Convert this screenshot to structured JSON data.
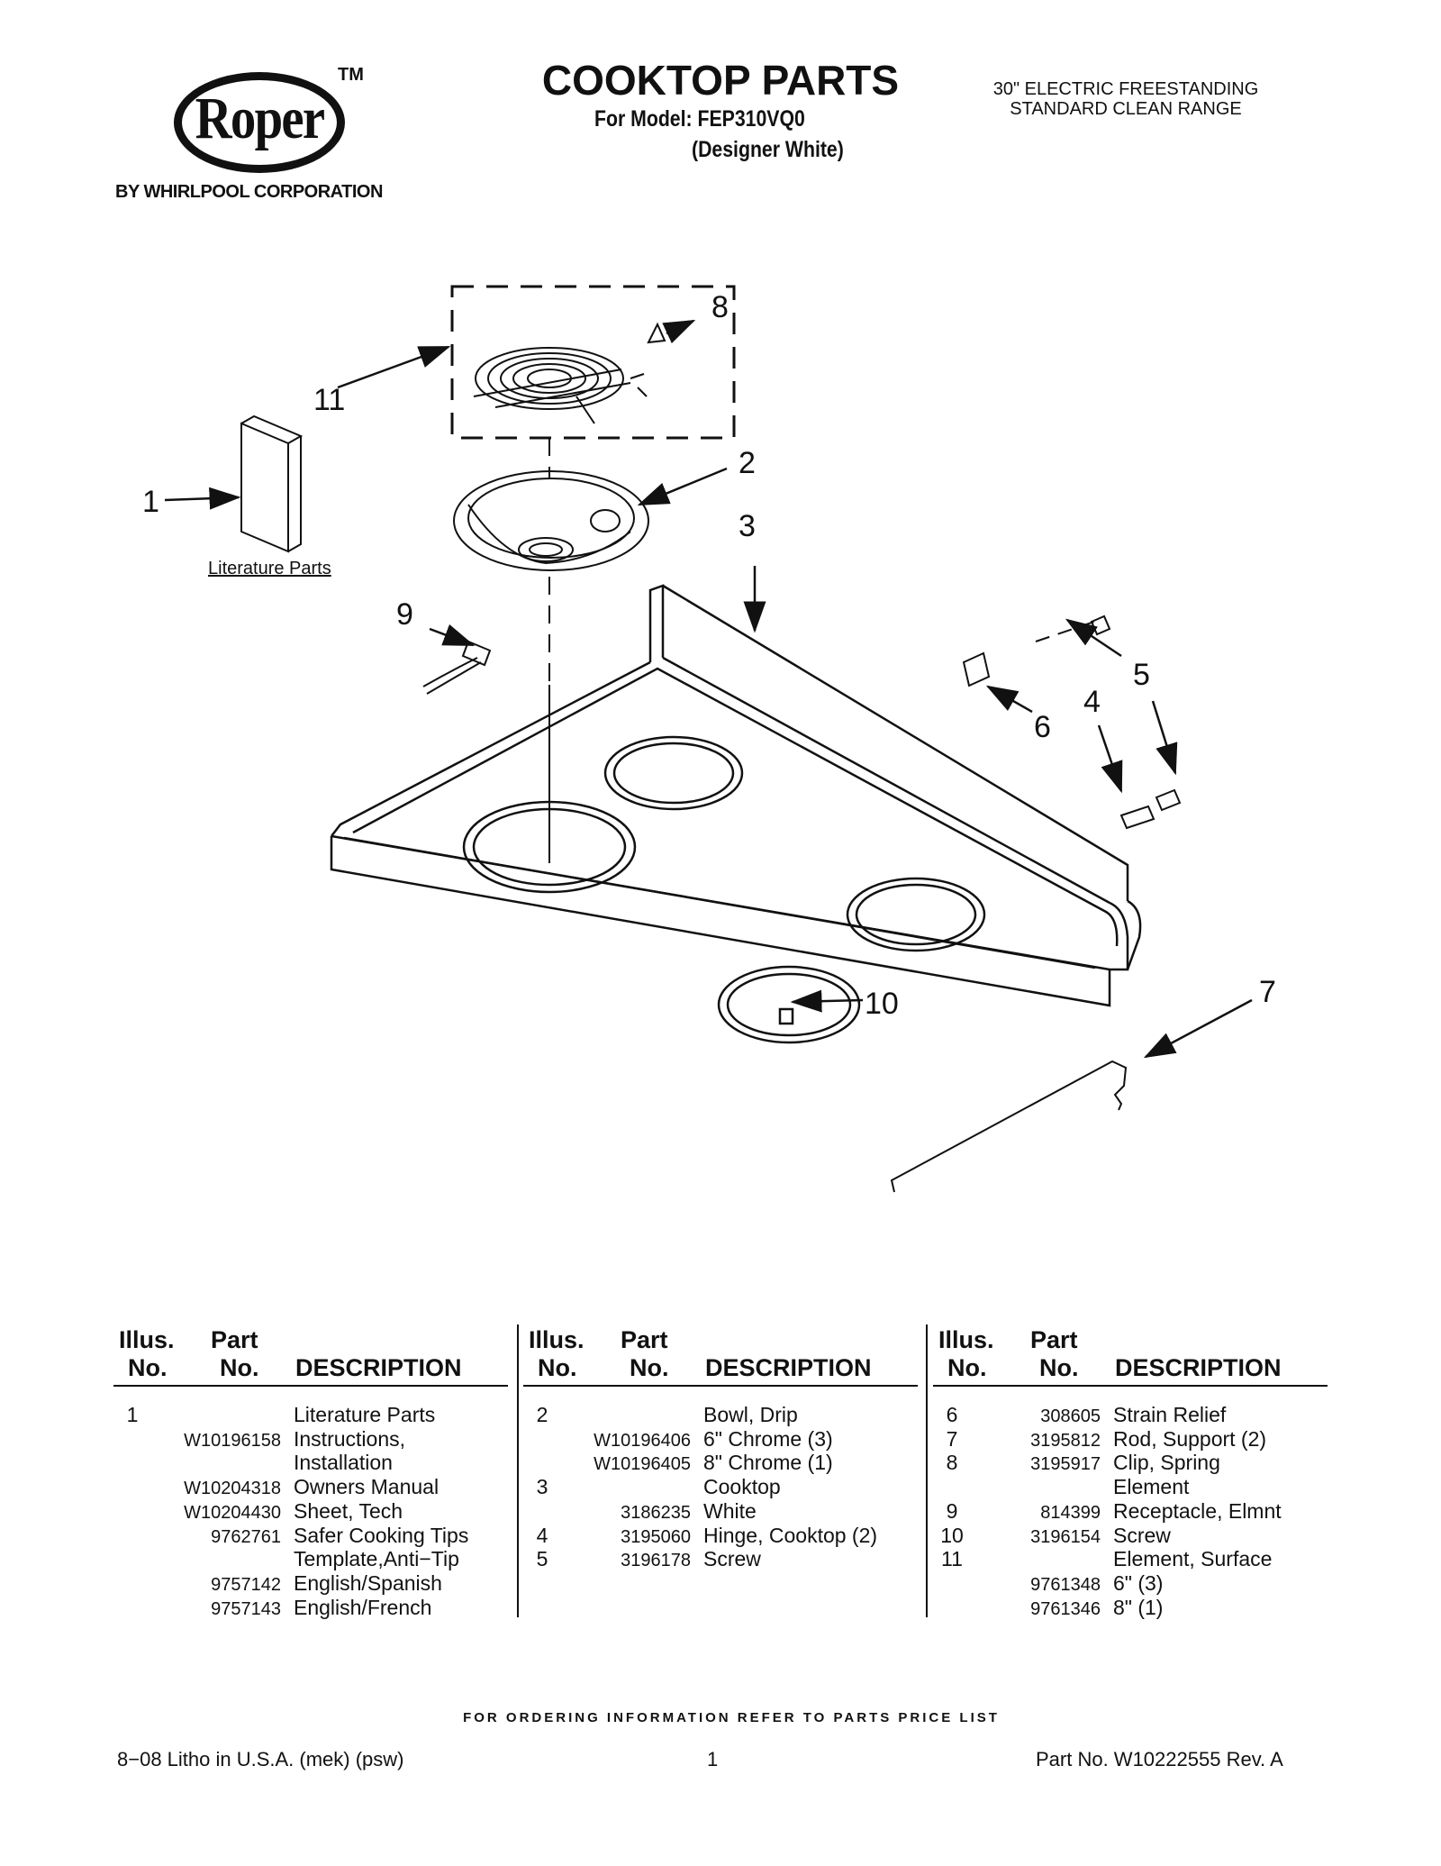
{
  "header": {
    "brand_logo": "Roper",
    "brand_tm": "TM",
    "brand_sub": "BY WHIRLPOOL CORPORATION",
    "title": "COOKTOP PARTS",
    "model": "For Model: FEP310VQ0",
    "color": "(Designer White)",
    "range_type_line1": "30\" ELECTRIC FREESTANDING",
    "range_type_line2": "STANDARD CLEAN RANGE"
  },
  "diagram": {
    "callouts": [
      "1",
      "2",
      "3",
      "4",
      "5",
      "6",
      "7",
      "8",
      "9",
      "10",
      "11"
    ],
    "literature_label": "Literature Parts"
  },
  "table": {
    "headers": {
      "illus_1": "Illus.",
      "illus_2": "No.",
      "part_1": "Part",
      "part_2": "No.",
      "description": "DESCRIPTION"
    },
    "columns": [
      {
        "rows": [
          {
            "illus": "1",
            "part": "",
            "desc": "Literature Parts"
          },
          {
            "illus": "",
            "part": "W10196158",
            "desc": "Instructions,"
          },
          {
            "illus": "",
            "part": "",
            "desc": "Installation"
          },
          {
            "illus": "",
            "part": "W10204318",
            "desc": "Owners Manual"
          },
          {
            "illus": "",
            "part": "W10204430",
            "desc": "Sheet, Tech"
          },
          {
            "illus": "",
            "part": "9762761",
            "desc": "Safer Cooking Tips"
          },
          {
            "illus": "",
            "part": "",
            "desc": "Template,Anti−Tip"
          },
          {
            "illus": "",
            "part": "9757142",
            "desc": "English/Spanish"
          },
          {
            "illus": "",
            "part": "9757143",
            "desc": "English/French"
          }
        ]
      },
      {
        "rows": [
          {
            "illus": "2",
            "part": "",
            "desc": "Bowl, Drip"
          },
          {
            "illus": "",
            "part": "W10196406",
            "desc": "6\" Chrome (3)"
          },
          {
            "illus": "",
            "part": "W10196405",
            "desc": "8\" Chrome (1)"
          },
          {
            "illus": "3",
            "part": "",
            "desc": "Cooktop"
          },
          {
            "illus": "",
            "part": "3186235",
            "desc": "White"
          },
          {
            "illus": "4",
            "part": "3195060",
            "desc": "Hinge, Cooktop (2)"
          },
          {
            "illus": "5",
            "part": "3196178",
            "desc": "Screw"
          }
        ]
      },
      {
        "rows": [
          {
            "illus": "6",
            "part": "308605",
            "desc": "Strain Relief"
          },
          {
            "illus": "7",
            "part": "3195812",
            "desc": "Rod, Support (2)"
          },
          {
            "illus": "8",
            "part": "3195917",
            "desc": "Clip, Spring"
          },
          {
            "illus": "",
            "part": "",
            "desc": "Element"
          },
          {
            "illus": "9",
            "part": "814399",
            "desc": "Receptacle, Elmnt"
          },
          {
            "illus": "10",
            "part": "3196154",
            "desc": "Screw"
          },
          {
            "illus": "11",
            "part": "",
            "desc": "Element, Surface"
          },
          {
            "illus": "",
            "part": "9761348",
            "desc": "6\" (3)"
          },
          {
            "illus": "",
            "part": "9761346",
            "desc": "8\" (1)"
          }
        ]
      }
    ]
  },
  "footer": {
    "ordering_info": "FOR ORDERING INFORMATION REFER TO PARTS PRICE LIST",
    "litho": "8−08 Litho in U.S.A. (mek) (psw)",
    "page_number": "1",
    "part_number": "Part No. W10222555 Rev. A"
  }
}
